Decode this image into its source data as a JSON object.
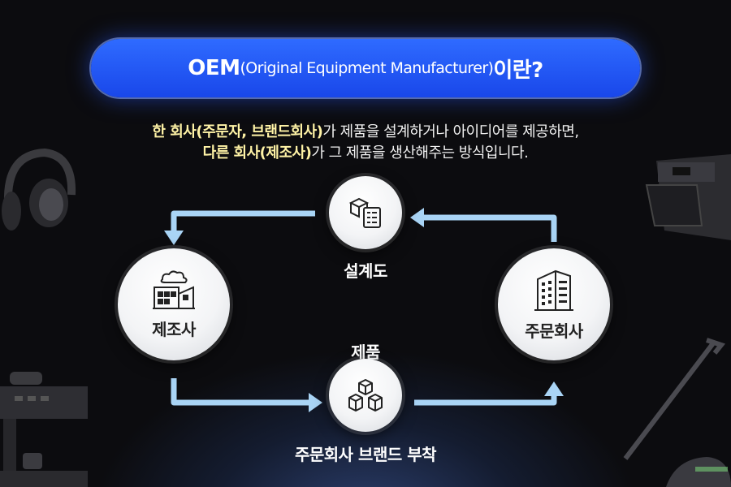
{
  "title": {
    "oem": "OEM",
    "full_name": "(Original Equipment Manufacturer)",
    "suffix": "이란?"
  },
  "description": {
    "line1_highlight": "한 회사(주문자, 브랜드회사)",
    "line1_rest": "가 제품을 설계하거나 아이디어를 제공하면,",
    "line2_highlight": "다른 회사(제조사)",
    "line2_rest": "가 그 제품을 생산해주는 방식입니다."
  },
  "nodes": {
    "manufacturer": "제조사",
    "client": "주문회사",
    "design_label": "설계도",
    "product_label": "제품",
    "brand_label": "주문회사 브랜드 부착"
  },
  "colors": {
    "accent_blue": "#1f55f0",
    "highlight_yellow": "#fff3a6",
    "arrow": "#a9d4f5"
  },
  "icons": [
    "factory-icon",
    "building-icon",
    "blueprint-box-icon",
    "boxes-icon",
    "headphones-icon",
    "air-fryer-icon",
    "coffee-machine-icon",
    "vacuum-icon"
  ]
}
